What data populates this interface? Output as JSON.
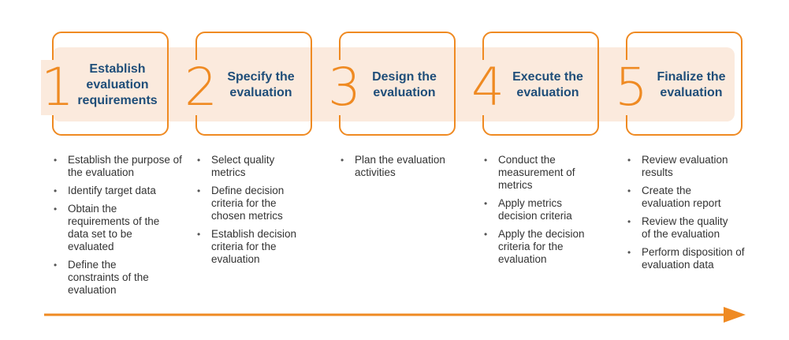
{
  "colors": {
    "accent_orange": "#ef8a22",
    "title_blue": "#1f4e79",
    "band_peach": "#fbeadd",
    "text_gray": "#333333"
  },
  "steps": [
    {
      "number": "1",
      "title": "Establish evaluation requirements",
      "bullets": [
        "Establish the purpose of the evaluation",
        "Identify target data",
        "Obtain the requirements of the data set to be evaluated",
        "Define the constraints of the evaluation"
      ]
    },
    {
      "number": "2",
      "title": "Specify the evaluation",
      "bullets": [
        "Select quality metrics",
        "Define decision criteria for the chosen metrics",
        "Establish decision criteria for the evaluation"
      ]
    },
    {
      "number": "3",
      "title": "Design the evaluation",
      "bullets": [
        "Plan the evaluation activities"
      ]
    },
    {
      "number": "4",
      "title": "Execute the evaluation",
      "bullets": [
        "Conduct the measurement of metrics",
        "Apply metrics decision criteria",
        "Apply the decision criteria for the evaluation"
      ]
    },
    {
      "number": "5",
      "title": "Finalize the evaluation",
      "bullets": [
        "Review evaluation results",
        "Create the evaluation report",
        "Review the quality of the evaluation",
        "Perform disposition of evaluation data"
      ]
    }
  ]
}
